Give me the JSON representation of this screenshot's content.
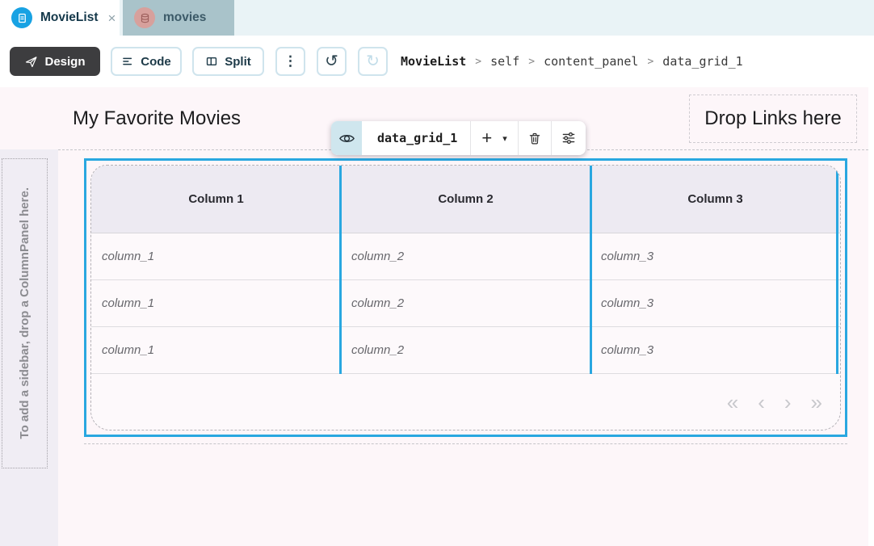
{
  "colors": {
    "accent_blue": "#29a7e0",
    "tab_bar_bg": "#e9f3f6",
    "inactive_tab_bg": "#a9c3ca",
    "canvas_bg": "#fdf6f9",
    "sidebar_slot_bg": "#f0edf4",
    "grid_header_bg": "#edeaf2",
    "design_button_bg": "#3d3d3f"
  },
  "tab_bar": {
    "tabs": [
      {
        "label": "MovieList",
        "icon": "form-page-icon",
        "active": true
      },
      {
        "label": "movies",
        "icon": "database-icon",
        "active": false
      }
    ],
    "close_glyph": "×"
  },
  "toolbar": {
    "design_label": "Design",
    "code_label": "Code",
    "split_label": "Split",
    "kebab_glyph": "⋮",
    "undo_glyph": "↺",
    "redo_glyph": "↻",
    "breadcrumb": {
      "items": [
        "MovieList",
        "self",
        "content_panel",
        "data_grid_1"
      ],
      "separator": ">"
    }
  },
  "component_toolbar": {
    "component_name": "data_grid_1",
    "plus_glyph": "+",
    "caret_glyph": "▾"
  },
  "canvas": {
    "title": "My Favorite Movies",
    "links_dropzone_label": "Drop Links here",
    "sidebar_hint": "To add a sidebar, drop a ColumnPanel here."
  },
  "data_grid": {
    "columns": [
      "Column 1",
      "Column 2",
      "Column 3"
    ],
    "rows": [
      [
        "column_1",
        "column_2",
        "column_3"
      ],
      [
        "column_1",
        "column_2",
        "column_3"
      ],
      [
        "column_1",
        "column_2",
        "column_3"
      ]
    ],
    "pagination": {
      "first": "«",
      "prev": "‹",
      "next": "›",
      "last": "»"
    }
  }
}
